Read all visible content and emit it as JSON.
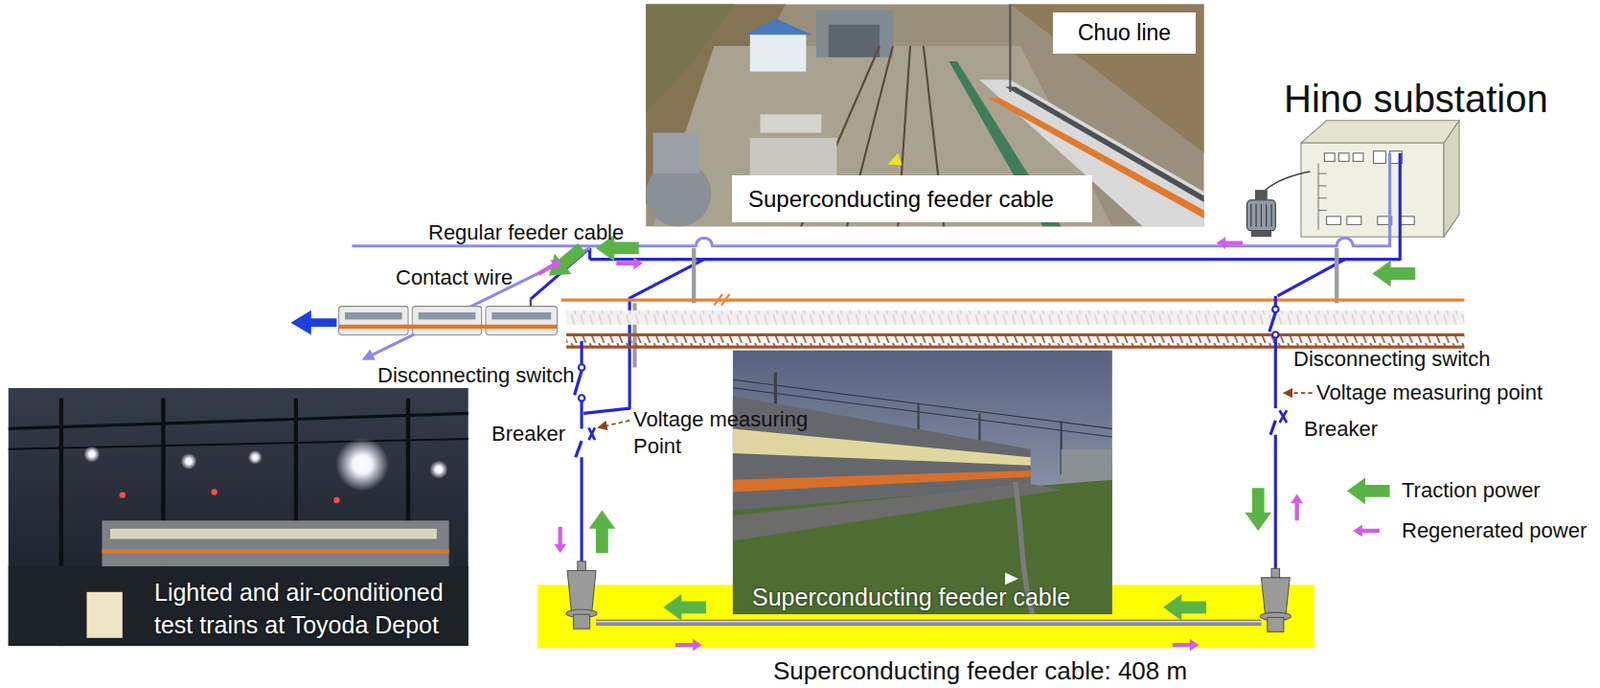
{
  "diagram": {
    "nodes": [
      {
        "text": [
          "Chuo line",
          "Superconducting feeder cable"
        ]
      },
      {
        "text": [
          "Hino substation"
        ]
      },
      {
        "text": [
          "Superconducting feeder cable"
        ]
      },
      {
        "text": [
          "Lighted and air-conditioned test trains at Toyoda Depot"
        ]
      },
      {
        "text": [
          "Superconducting feeder cable: 408 m"
        ]
      }
    ],
    "labels": [
      "Regular feeder cable",
      "Contact wire",
      "Disconnecting switch",
      "Breaker",
      "Voltage measuring Point",
      "Disconnecting switch",
      "Voltage measuring point",
      "Breaker"
    ],
    "legend": [
      {
        "text": "Traction power"
      },
      {
        "text": "Regenerated power"
      }
    ]
  }
}
